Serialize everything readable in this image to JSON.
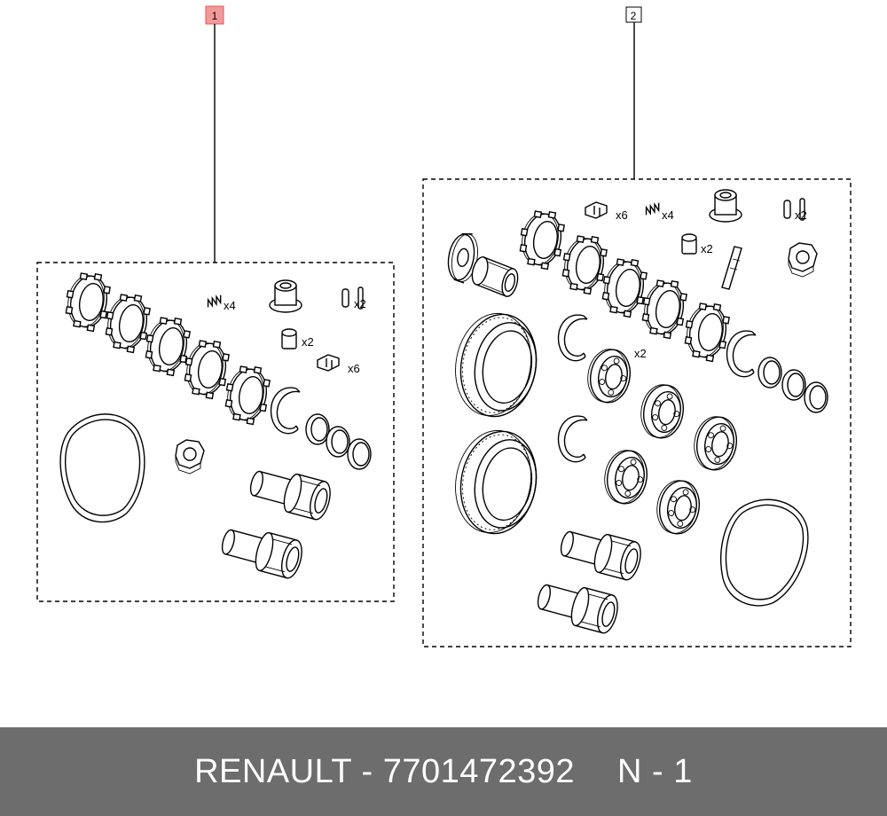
{
  "callouts": [
    {
      "number": "1",
      "highlighted": true,
      "color": "#f29a9a"
    },
    {
      "number": "2",
      "highlighted": false,
      "color": "#ffffff"
    }
  ],
  "kit1": {
    "qty_springs": "x4",
    "qty_pins": "x2",
    "qty_sleeves": "x2",
    "qty_clips": "x6"
  },
  "kit2": {
    "qty_clips": "x6",
    "qty_springs": "x4",
    "qty_pins": "x2",
    "qty_sleeves": "x2",
    "qty_bearings": "x2"
  },
  "footer": {
    "part_label": "RENAULT - 7701472392",
    "position_label": "N - 1"
  }
}
